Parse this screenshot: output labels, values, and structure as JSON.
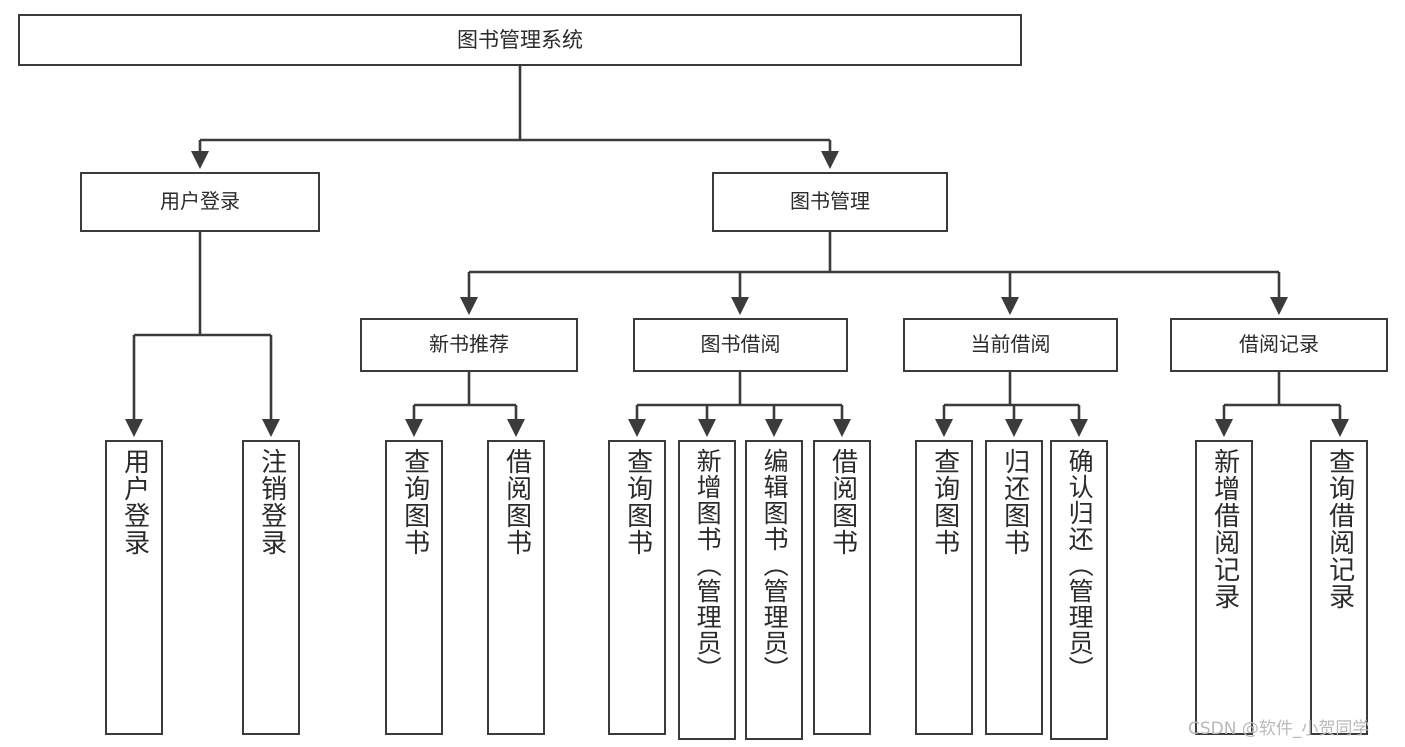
{
  "diagram": {
    "title": "图书管理系统",
    "type": "tree",
    "stroke_color": "#3b3b3b",
    "background_color": "#ffffff",
    "text_color": "#2b2b2b"
  },
  "root": {
    "label": "图书管理系统"
  },
  "level1": [
    {
      "id": "user-login",
      "label": "用户登录"
    },
    {
      "id": "book-manage",
      "label": "图书管理"
    }
  ],
  "level2": [
    {
      "id": "new-book",
      "label": "新书推荐"
    },
    {
      "id": "borrow",
      "label": "图书借阅"
    },
    {
      "id": "current",
      "label": "当前借阅"
    },
    {
      "id": "record",
      "label": "借阅记录"
    }
  ],
  "leaves": {
    "user_login": [
      {
        "id": "user-login",
        "label": "用户登录"
      },
      {
        "id": "user-logout",
        "label": "注销登录"
      }
    ],
    "new_book": [
      {
        "id": "query-book-1",
        "label": "查询图书"
      },
      {
        "id": "borrow-book-1",
        "label": "借阅图书"
      }
    ],
    "borrow": [
      {
        "id": "query-book-2",
        "label": "查询图书"
      },
      {
        "id": "add-book",
        "label": "新增图书（管理员）"
      },
      {
        "id": "edit-book",
        "label": "编辑图书（管理员）"
      },
      {
        "id": "borrow-book-2",
        "label": "借阅图书"
      }
    ],
    "current": [
      {
        "id": "query-book-3",
        "label": "查询图书"
      },
      {
        "id": "return-book",
        "label": "归还图书"
      },
      {
        "id": "confirm-ret",
        "label": "确认归还（管理员）"
      }
    ],
    "record": [
      {
        "id": "add-rec",
        "label": "新增借阅记录"
      },
      {
        "id": "query-rec",
        "label": "查询借阅记录"
      }
    ]
  },
  "watermark": {
    "text": "CSDN @软件_小贺同学",
    "color": "#b9b9b9"
  }
}
